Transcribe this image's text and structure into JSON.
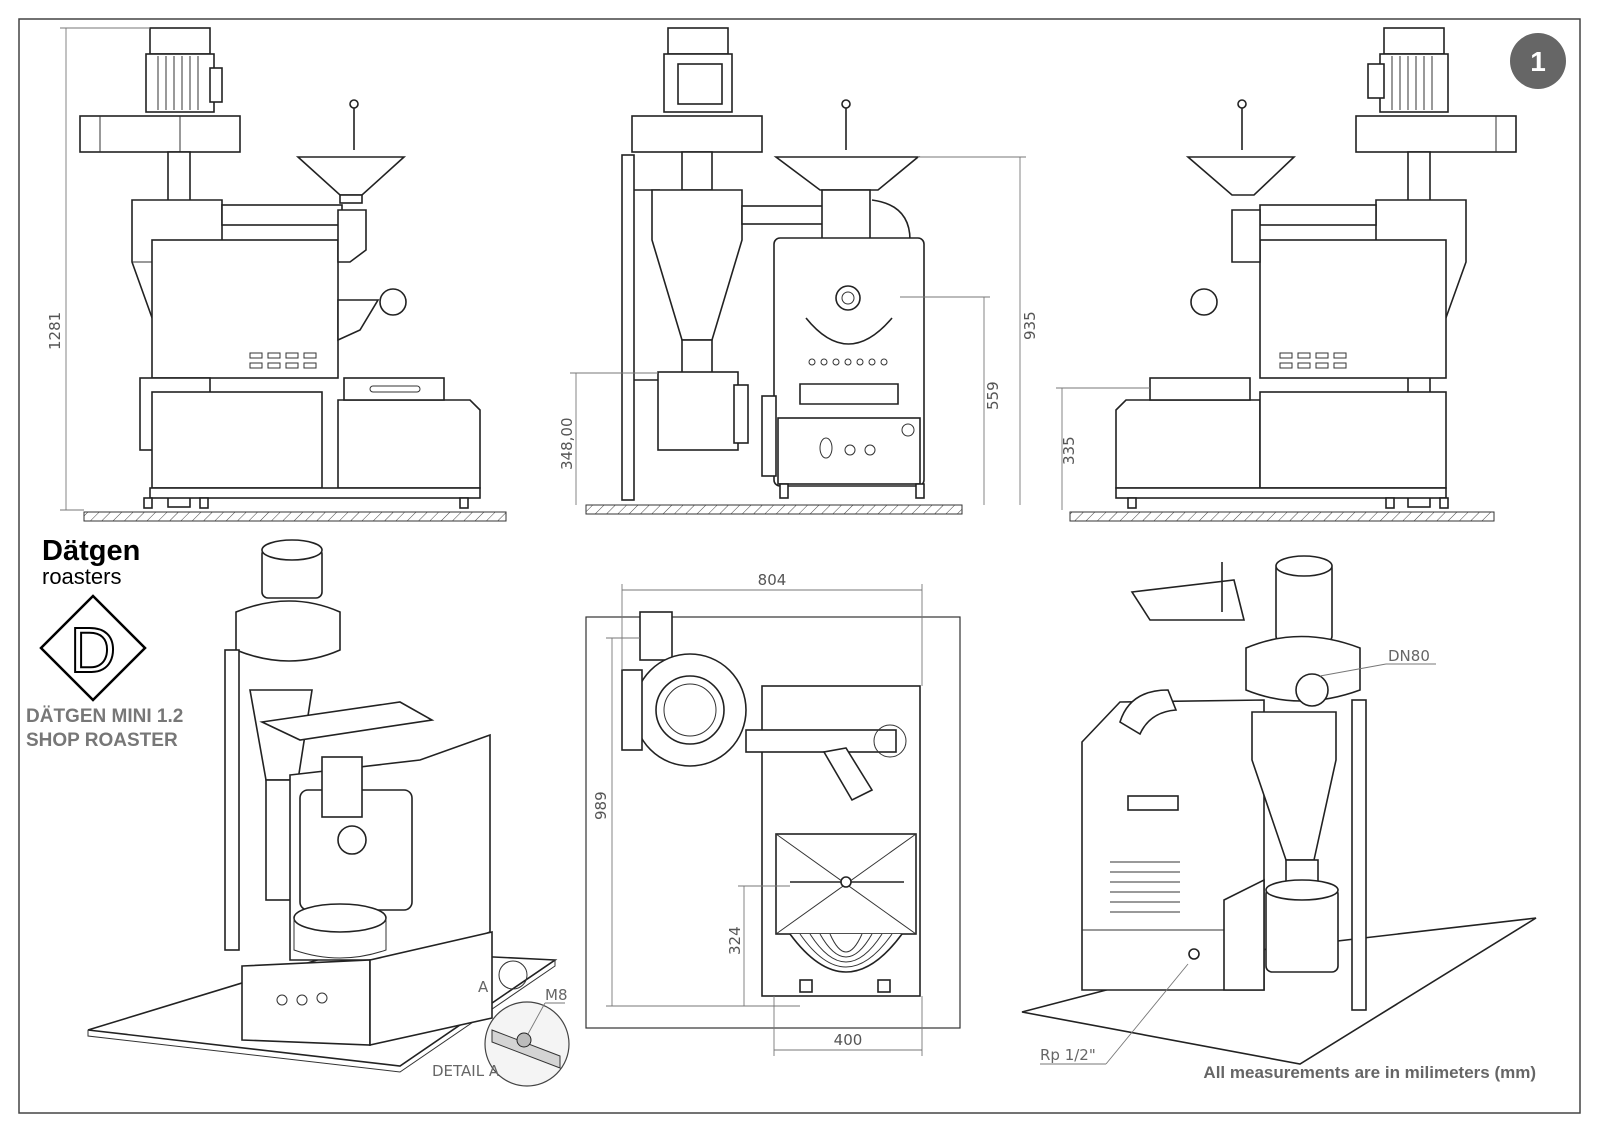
{
  "page_badge": "1",
  "brand": {
    "name": "Dätgen",
    "subname": "roasters",
    "logo_letter": "D",
    "model_line1": "DÄTGEN MINI 1.2",
    "model_line2": "SHOP ROASTER"
  },
  "dimensions": {
    "overall_height": "1281",
    "height_935": "935",
    "height_559": "559",
    "height_348": "348,00",
    "height_335": "335",
    "width_804": "804",
    "depth_989": "989",
    "depth_324": "324",
    "width_400": "400"
  },
  "labels": {
    "dn80": "DN80",
    "m8": "M8",
    "detail_a": "DETAIL A",
    "marker_a": "A",
    "rp": "Rp 1/2\""
  },
  "footer_note": "All measurements are in milimeters (mm)",
  "colors": {
    "badge": "#666666",
    "line": "#222222",
    "dimension_text": "#555555"
  }
}
